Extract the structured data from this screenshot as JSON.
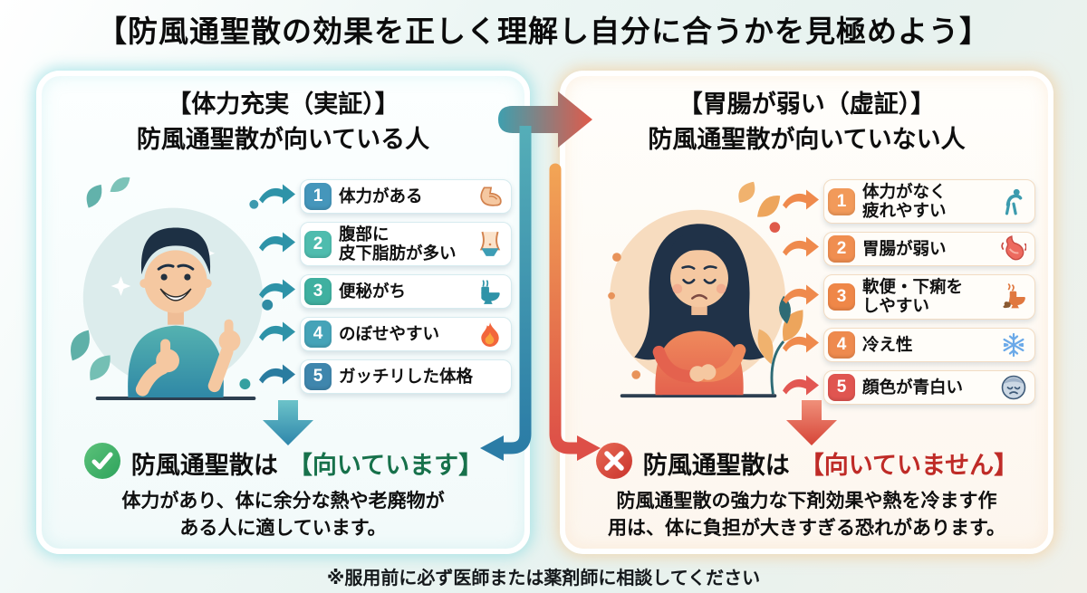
{
  "title": "【防風通聖散の効果を正しく理解し自分に合うかを見極めよう】",
  "footer_note": "※服用前に必ず医師または薬剤師に相談してください",
  "colors": {
    "left_accent": "#2e93a8",
    "right_accent": "#ee8a4d",
    "ok_green": "#3cae5c",
    "ok_text_green": "#17714b",
    "ng_red": "#d9453c",
    "ng_text_red": "#bf2b27"
  },
  "left_panel": {
    "heading_line1": "【体力充実（実証）】",
    "heading_line2": "防風通聖散が向いている人",
    "items": [
      {
        "num": "1",
        "text": "体力がある",
        "icon": "muscle-icon"
      },
      {
        "num": "2",
        "text": "腹部に\n皮下脂肪が多い",
        "icon": "waist-icon"
      },
      {
        "num": "3",
        "text": "便秘がち",
        "icon": "toilet-icon"
      },
      {
        "num": "4",
        "text": "のぼせやすい",
        "icon": "fire-icon"
      },
      {
        "num": "5",
        "text": "ガッチリした体格",
        "icon": ""
      }
    ],
    "conclusion_icon": "check-icon",
    "conclusion_prefix": "防風通聖散は",
    "conclusion_highlight": "【向いています】",
    "description": "体力があり、体に余分な熱や老廃物が\nある人に適しています。"
  },
  "right_panel": {
    "heading_line1": "【胃腸が弱い（虚証）】",
    "heading_line2": "防風通聖散が向いていない人",
    "items": [
      {
        "num": "1",
        "text": "体力がなく\n疲れやすい",
        "icon": "tired-person-icon"
      },
      {
        "num": "2",
        "text": "胃腸が弱い",
        "icon": "stomach-icon"
      },
      {
        "num": "3",
        "text": "軟便・下痢を\nしやすい",
        "icon": "diarrhea-toilet-icon"
      },
      {
        "num": "4",
        "text": "冷え性",
        "icon": "snowflake-icon"
      },
      {
        "num": "5",
        "text": "顔色が青白い",
        "icon": "pale-face-icon"
      }
    ],
    "conclusion_icon": "cross-icon",
    "conclusion_prefix": "防風通聖散は",
    "conclusion_highlight": "【向いていません】",
    "description": "防風通聖散の強力な下剤効果や熱を冷ます作\n用は、体に負担が大きすぎる恐れがあります。"
  }
}
